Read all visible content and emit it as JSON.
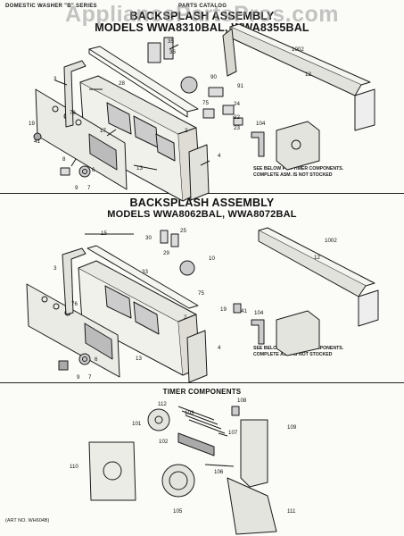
{
  "header": {
    "left": "DOMESTIC WASHER \"B\" SERIES",
    "center": "PARTS CATALOG"
  },
  "watermark": "AppliancePartsPros.com",
  "section1": {
    "title_line1": "BACKSPLASH ASSEMBLY",
    "title_line2": "MODELS  WWA8310BAL, WWA8355BAL",
    "note_line1": "SEE BELOW FOR TIMER COMPONENTS.",
    "note_line2": "COMPLETE ASM. IS NOT STOCKED"
  },
  "section2": {
    "title_line1": "BACKSPLASH ASSEMBLY",
    "title_line2": "MODELS  WWA8062BAL,  WWA8072BAL",
    "note_line1": "SEE BELOW FOR TIMER COMPONENTS.",
    "note_line2": "COMPLETE ASM. IS NOT STOCKED"
  },
  "section3": {
    "title": "TIMER COMPONENTS"
  },
  "art_number": "(ART NO. WH604B)",
  "callouts1": [
    "35",
    "36",
    "1002",
    "3",
    "28",
    "90",
    "12",
    "91",
    "24",
    "76",
    "75",
    "22",
    "2",
    "23",
    "104",
    "19",
    "41",
    "17",
    "13",
    "4",
    "8",
    "6",
    "9",
    "7"
  ],
  "callouts2": [
    "15",
    "25",
    "30",
    "29",
    "10",
    "1002",
    "3",
    "12",
    "33",
    "76",
    "75",
    "19",
    "41",
    "104",
    "2",
    "4",
    "13",
    "6",
    "9",
    "7"
  ],
  "callouts3": [
    "112",
    "108",
    "103",
    "101",
    "107",
    "109",
    "102",
    "110",
    "106",
    "105",
    "111"
  ]
}
